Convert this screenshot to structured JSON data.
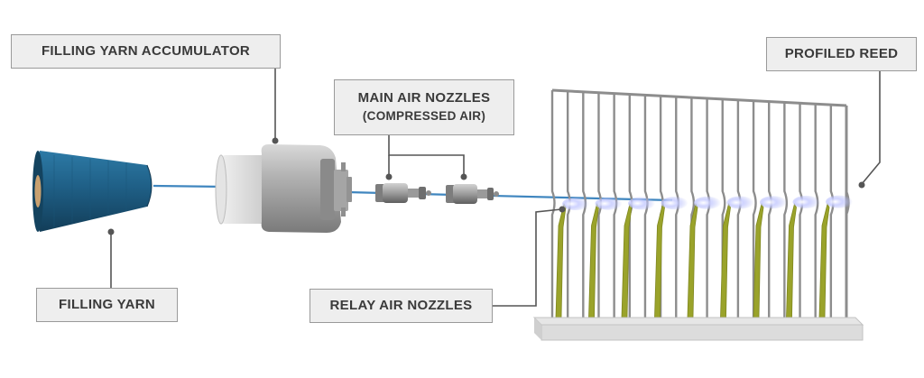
{
  "labels": {
    "accumulator": "FILLING YARN ACCUMULATOR",
    "main_nozzles": "MAIN AIR NOZZLES",
    "main_nozzles_sub": "(COMPRESSED AIR)",
    "reed": "PROFILED REED",
    "filling_yarn": "FILLING YARN",
    "relay_nozzles": "RELAY AIR NOZZLES"
  },
  "colors": {
    "yarn_package": "#1f5f86",
    "yarn_thread": "#3f86bf",
    "accumulator": "#a9a9a9",
    "reed": "#8d8d8d",
    "relay_nozzle": "#9aa32a",
    "air_jet": "#b7bdf5",
    "label_bg": "#eeeeee",
    "leader_line": "#555555"
  }
}
